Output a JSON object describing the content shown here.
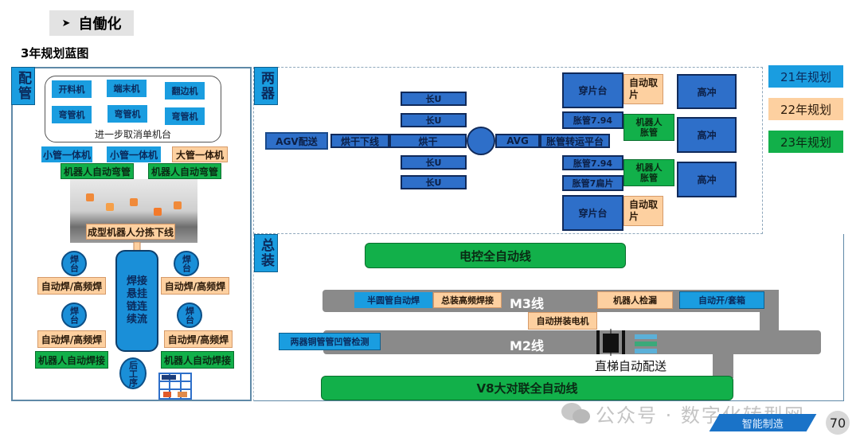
{
  "header": {
    "section_title": "自働化",
    "bullet_icon": "arrow-bullet-icon",
    "subtitle": "3年规划蓝图"
  },
  "legend": {
    "items": [
      {
        "label": "21年规划",
        "color": "#1a9de0"
      },
      {
        "label": "22年规划",
        "color": "#fdd0a0"
      },
      {
        "label": "23年规划",
        "color": "#12b04a"
      }
    ]
  },
  "piping": {
    "tag": "配管",
    "machines_row1": [
      "开料机",
      "端末机",
      "翻边机"
    ],
    "machines_row2": [
      "弯管机",
      "弯管机",
      "弯管机"
    ],
    "group_caption": "进一步取消单机台",
    "integrated": [
      "小管一体机",
      "小管一体机",
      "大管一体机"
    ],
    "robot_bending": [
      "机器人自动弯管",
      "机器人自动弯管"
    ],
    "photo_caption": "成型机器人分拣下线",
    "weld_station": "焊台",
    "auto_weld": "自动焊/高频焊",
    "center_chain": "焊接悬挂链连续流",
    "robot_welding": "机器人自动焊接",
    "post_process": "后工序"
  },
  "two_devices": {
    "tag": "两器",
    "agv_delivery": "AGV配送",
    "dry_offline": "烘干下线",
    "dry": "烘干",
    "long_u": [
      "长U",
      "长U",
      "长U",
      "长U"
    ],
    "avg": "AVG",
    "transfer_platform": "胀管转运平台",
    "threading_table": "穿片台",
    "auto_pick": "自动取片",
    "expand_794": "胀管7.94",
    "expand_7": "胀管7扁片",
    "robot_expand": "机器人胀管",
    "high_punch": "高冲"
  },
  "assembly": {
    "tag": "总装",
    "electric_line": "电控全自动线",
    "m3_line": "M3线",
    "m2_line": "M2线",
    "half_round_weld": "半圆管自动焊",
    "assembly_hf_weld": "总装高频焊接",
    "robot_leak_test": "机器人检漏",
    "auto_box": "自动开/套箱",
    "auto_motor": "自动拼装电机",
    "dent_check": "两器铜管管凹管检测",
    "elevator_delivery": "直梯自动配送",
    "v8_line": "V8大对联全自动线"
  },
  "footer": {
    "watermark": "公众号 · 数字化转型网",
    "brand_tag": "智能制造",
    "page_number": "70"
  }
}
